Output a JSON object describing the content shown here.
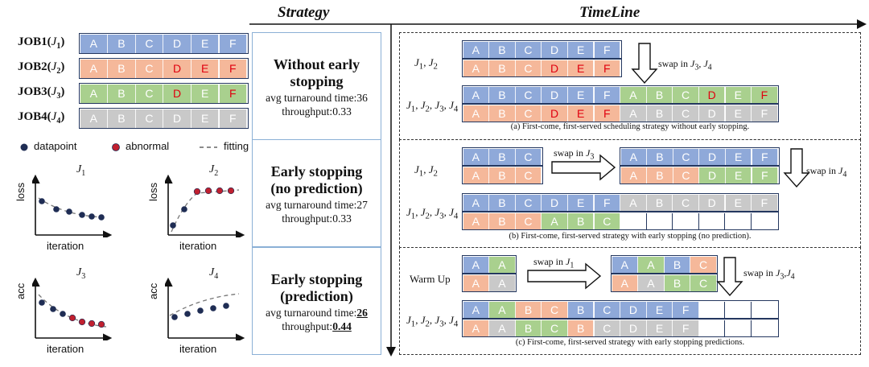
{
  "headers": {
    "strategy": "Strategy",
    "timeline": "TimeLine"
  },
  "colors": {
    "blue": "#8fa9d9",
    "orange": "#f5b89a",
    "green": "#a9d08e",
    "gray": "#c9c9c9",
    "red_text": "#e0000f",
    "border": "#24375f",
    "strategy_border": "#8bb0d6",
    "point": "#1f2d54",
    "abnormal": "#c0202f"
  },
  "jobs": [
    {
      "name": "JOB1(",
      "sym": "J",
      "sub": "1",
      "close": ")",
      "color": "blue",
      "cells": [
        {
          "t": "A"
        },
        {
          "t": "B"
        },
        {
          "t": "C"
        },
        {
          "t": "D"
        },
        {
          "t": "E"
        },
        {
          "t": "F"
        }
      ]
    },
    {
      "name": "JOB2(",
      "sym": "J",
      "sub": "2",
      "close": ")",
      "color": "orange",
      "cells": [
        {
          "t": "A"
        },
        {
          "t": "B"
        },
        {
          "t": "C"
        },
        {
          "t": "D",
          "red": true
        },
        {
          "t": "E",
          "red": true
        },
        {
          "t": "F",
          "red": true
        }
      ]
    },
    {
      "name": "JOB3(",
      "sym": "J",
      "sub": "3",
      "close": ")",
      "color": "green",
      "cells": [
        {
          "t": "A"
        },
        {
          "t": "B"
        },
        {
          "t": "C"
        },
        {
          "t": "D",
          "red": true
        },
        {
          "t": "E"
        },
        {
          "t": "F",
          "red": true
        }
      ]
    },
    {
      "name": "JOB4(",
      "sym": "J",
      "sub": "4",
      "close": ")",
      "color": "gray",
      "cells": [
        {
          "t": "A"
        },
        {
          "t": "B"
        },
        {
          "t": "C"
        },
        {
          "t": "D"
        },
        {
          "t": "E"
        },
        {
          "t": "F"
        }
      ]
    }
  ],
  "legend": {
    "datapoint": "datapoint",
    "abnormal": "abnormal",
    "fitting": "fitting"
  },
  "plots": [
    {
      "title_sym": "J",
      "title_sub": "1",
      "ylabel": "loss",
      "xlabel": "iteration",
      "kind": "loss-decay"
    },
    {
      "title_sym": "J",
      "title_sub": "2",
      "ylabel": "loss",
      "xlabel": "iteration",
      "kind": "loss-plateau"
    },
    {
      "title_sym": "J",
      "title_sub": "3",
      "ylabel": "acc",
      "xlabel": "iteration",
      "kind": "acc-decay"
    },
    {
      "title_sym": "J",
      "title_sub": "4",
      "ylabel": "acc",
      "xlabel": "iteration",
      "kind": "acc-rise"
    }
  ],
  "strategies": [
    {
      "title1": "Without early",
      "title2": "stopping",
      "turnaround_label": "avg turnaround time:",
      "turnaround": "36",
      "throughput_label": "throughput:",
      "throughput": "0.33",
      "emph": false
    },
    {
      "title1": "Early stopping",
      "title2": "(no prediction)",
      "turnaround_label": "avg turnaround time:",
      "turnaround": "27",
      "throughput_label": "throughput:",
      "throughput": "0.33",
      "emph": false
    },
    {
      "title1": "Early stopping",
      "title2": "(prediction)",
      "turnaround_label": "avg turnaround time:",
      "turnaround": "26",
      "throughput_label": "throughput:",
      "throughput": "0.44",
      "emph": true
    }
  ],
  "captions": {
    "a": "(a) First-come, first-served scheduling strategy without early stopping.",
    "b": "(b) First-come, first-served strategy with early stopping (no prediction).",
    "c": "(c) First-come, first-served strategy with early stopping predictions."
  },
  "labels": {
    "j1j2": "J1, J2",
    "j1to4": "J1, J2, J3, J4",
    "warmup": "Warm Up",
    "swap_a": "swap in J3, J4",
    "swap_b1": "swap in J3",
    "swap_b2": "swap in J4",
    "swap_c1": "swap in J1",
    "swap_c2": "swap in J3, J4"
  }
}
